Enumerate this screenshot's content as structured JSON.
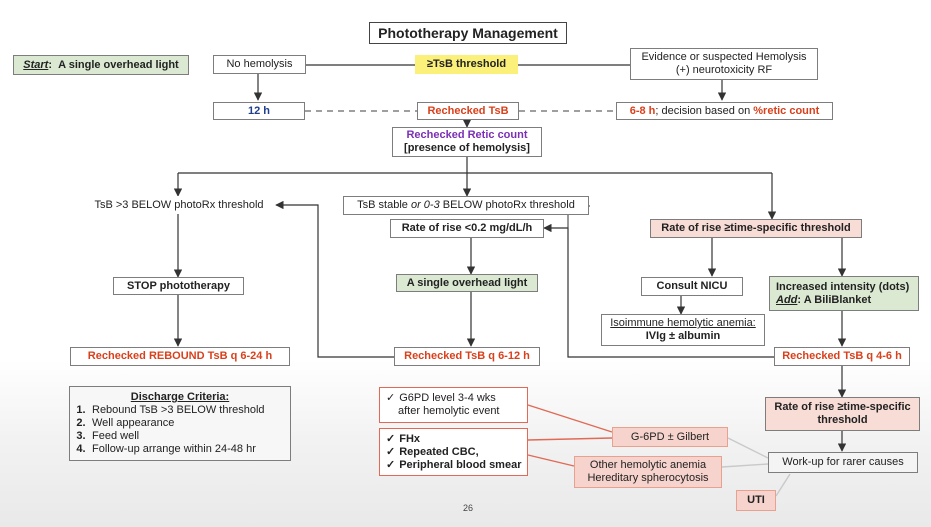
{
  "title": "Phototherapy Management",
  "start": {
    "prefix": "Start",
    "text": "A single overhead light"
  },
  "no_hemolysis": "No hemolysis",
  "tsb_threshold": "≥TsB threshold",
  "evidence": {
    "line1": "Evidence or suspected Hemolysis",
    "line2": "(+) neurotoxicity RF"
  },
  "twelve_h": "12 h",
  "rechecked_tsb": "Rechecked TsB",
  "six_eight": {
    "hours": "6-8 h",
    "text": "; decision based on ",
    "retic": "%retic count"
  },
  "rechecked_retic": {
    "line1": "Rechecked Retic count",
    "line2": "[presence of hemolysis]"
  },
  "tsb_below": "TsB >3 BELOW photoRx threshold",
  "tsb_stable": {
    "part1": "TsB stable ",
    "italic": "or 0-3",
    "part2": " BELOW photoRx threshold"
  },
  "rate_rise_low": "Rate of rise <0.2 mg/dL/h",
  "rate_rise_high": "Rate of rise ≥time-specific threshold",
  "stop_photo": "STOP phototherapy",
  "single_overhead": "A single overhead light",
  "consult_nicu": "Consult NICU",
  "increased_intensity": {
    "line1": "Increased intensity (dots)",
    "add": "Add",
    "line2": ": A BiliBlanket"
  },
  "isoimmune": {
    "line1": "Isoimmune hemolytic anemia:",
    "line2": "IVIg ± albumin"
  },
  "rebound": "Rechecked REBOUND TsB q 6-24 h",
  "recheck_6_12": "Rechecked TsB q 6-12 h",
  "recheck_4_6": "Rechecked TsB q 4-6 h",
  "discharge": {
    "title": "Discharge Criteria",
    "items": [
      {
        "n": "1.",
        "text": "Rebound TsB >3 BELOW threshold"
      },
      {
        "n": "2.",
        "text": "Well appearance"
      },
      {
        "n": "3.",
        "text": "Feed well"
      },
      {
        "n": "4.",
        "text": "Follow-up arrange within 24-48 hr"
      }
    ]
  },
  "g6pd_level": {
    "check": "✓",
    "line1": "G6PD level 3-4 wks",
    "line2": "after hemolytic event"
  },
  "fhx_list": [
    "FHx",
    "Repeated CBC,",
    "Peripheral blood smear"
  ],
  "fhx_check": "✓",
  "g6pd_gilbert": "G-6PD ± Gilbert",
  "other_hemolytic": {
    "line1": "Other hemolytic anemia",
    "line2": "Hereditary spherocytosis"
  },
  "rate_rise_specific": {
    "line1": "Rate of rise ≥time-specific",
    "line2": "threshold"
  },
  "workup": "Work-up for rarer causes",
  "uti": "UTI",
  "page_number": "26"
}
